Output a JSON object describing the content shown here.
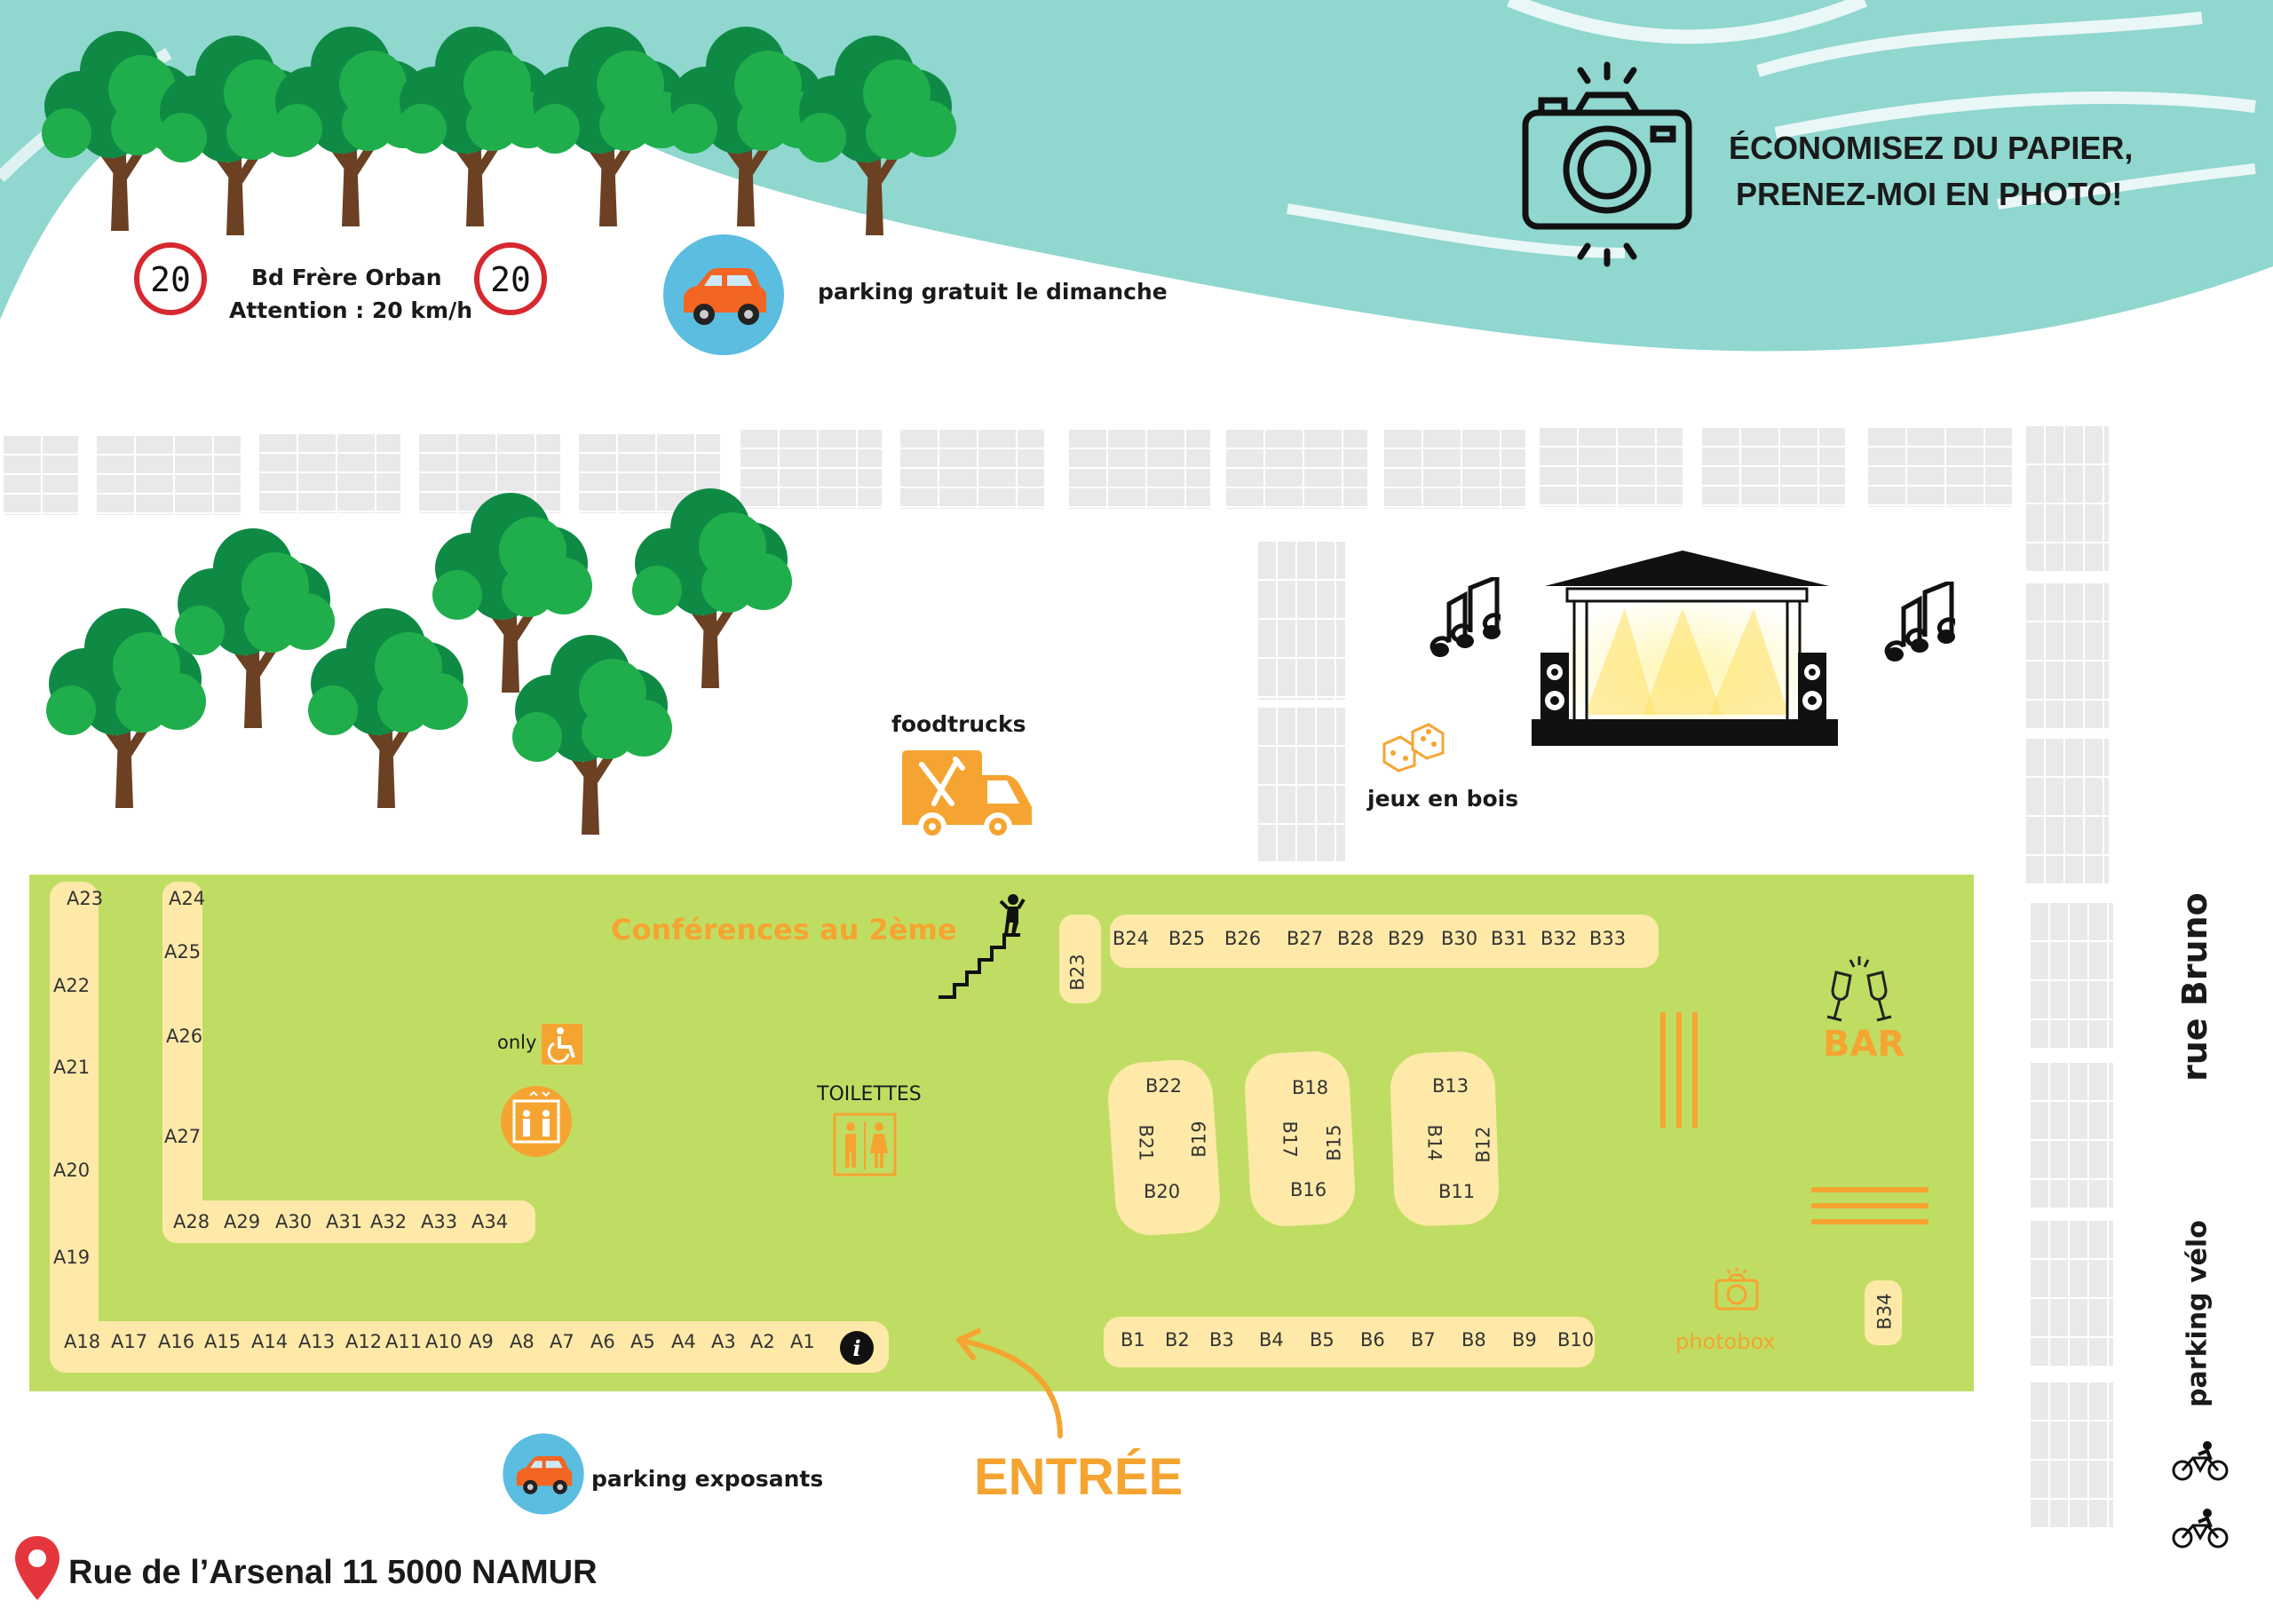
{
  "top": {
    "street_name": "Bd Frère Orban",
    "speed_warning": "Attention : 20 km/h",
    "speed_limit_value": "20",
    "parking_sunday": "parking gratuit le dimanche",
    "photo_line1": "ÉCONOMISEZ DU PAPIER,",
    "photo_line2": "PRENEZ-MOI EN PHOTO!"
  },
  "labels": {
    "foodtrucks": "foodtrucks",
    "wood_games": "jeux en bois",
    "conferences": "Conférences au 2ème",
    "only": "only",
    "toilets": "TOILETTES",
    "bar": "BAR",
    "photobox": "photobox",
    "entrance": "ENTRÉE",
    "parking_exhibitors": "parking exposants",
    "address": "Rue de l’Arsenal 11 5000 NAMUR",
    "rue_bruno": "rue Bruno",
    "parking_velo": "parking vélo",
    "info": "i"
  },
  "stands": {
    "a_left_column": [
      "A23",
      "A22",
      "A21",
      "A20",
      "A19"
    ],
    "a_inner_column": [
      "A24",
      "A25",
      "A26",
      "A27"
    ],
    "a_inner_row": [
      "A28",
      "A29",
      "A30",
      "A31",
      "A32",
      "A33",
      "A34"
    ],
    "a_bottom_row": [
      "A18",
      "A17",
      "A16",
      "A15",
      "A14",
      "A13",
      "A12",
      "A11",
      "A10",
      "A9",
      "A8",
      "A7",
      "A6",
      "A5",
      "A4",
      "A3",
      "A2",
      "A1"
    ],
    "b_top_row": [
      "B24",
      "B25",
      "B26",
      "B27",
      "B28",
      "B29",
      "B30",
      "B31",
      "B32",
      "B33"
    ],
    "b23": "B23",
    "b_bottom_row": [
      "B1",
      "B2",
      "B3",
      "B4",
      "B5",
      "B6",
      "B7",
      "B8",
      "B9",
      "B10"
    ],
    "b34": "B34",
    "island1": {
      "top": "B22",
      "left": "B21",
      "right": "B19",
      "bottom": "B20"
    },
    "island2": {
      "top": "B18",
      "left": "B17",
      "right": "B15",
      "bottom": "B16"
    },
    "island3": {
      "top": "B13",
      "left": "B14",
      "right": "B12",
      "bottom": "B11"
    }
  },
  "colors": {
    "grass": "#c0dd63",
    "stand": "#ffe9a8",
    "orange": "#f6a431",
    "water": "#8fd7cf",
    "tree_dark": "#0f8a45",
    "tree_light": "#1fae4b",
    "trunk": "#6b4023"
  },
  "icons": [
    "camera-icon",
    "car-icon",
    "speed-limit-icon",
    "tree-icon",
    "stage-icon",
    "music-note-icon",
    "dice-icon",
    "food-truck-icon",
    "stairs-icon",
    "wheelchair-icon",
    "elevator-icon",
    "toilet-icon",
    "champagne-icon",
    "photobox-icon",
    "info-icon",
    "arrow-icon",
    "location-pin-icon",
    "bicycle-icon"
  ]
}
